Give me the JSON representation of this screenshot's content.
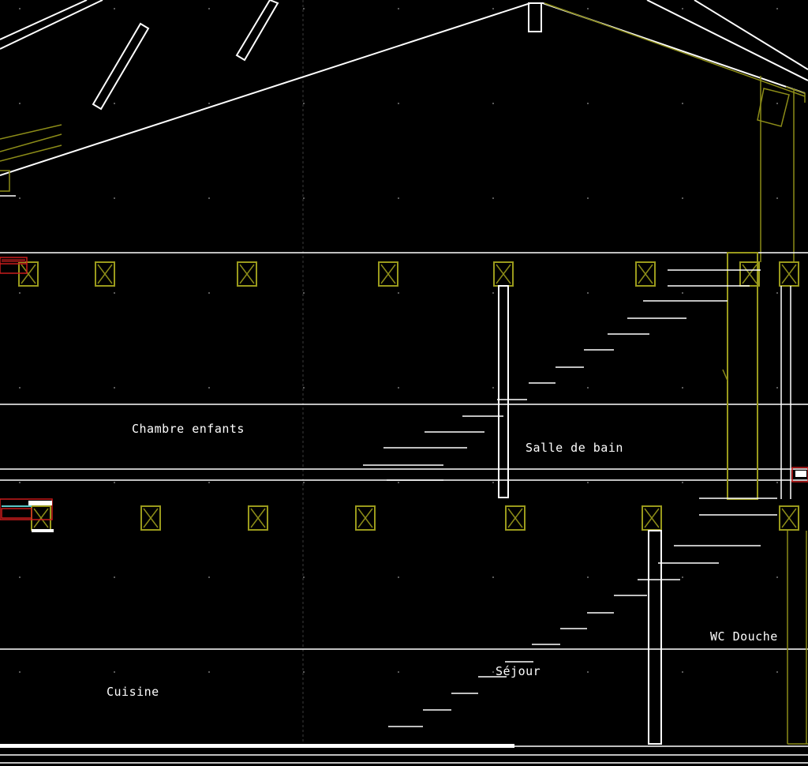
{
  "labels": {
    "chambre_enfants": "Chambre enfants",
    "salle_de_bain": "Salle de bain",
    "wc_douche": "WC Douche",
    "sejour": "Séjour",
    "cuisine": "Cuisine"
  },
  "colors": {
    "background": "#000000",
    "lines": "#ffffff",
    "structure": "#8c8c18",
    "markers": "#c81c1c",
    "grid": "#5a5a5a"
  }
}
